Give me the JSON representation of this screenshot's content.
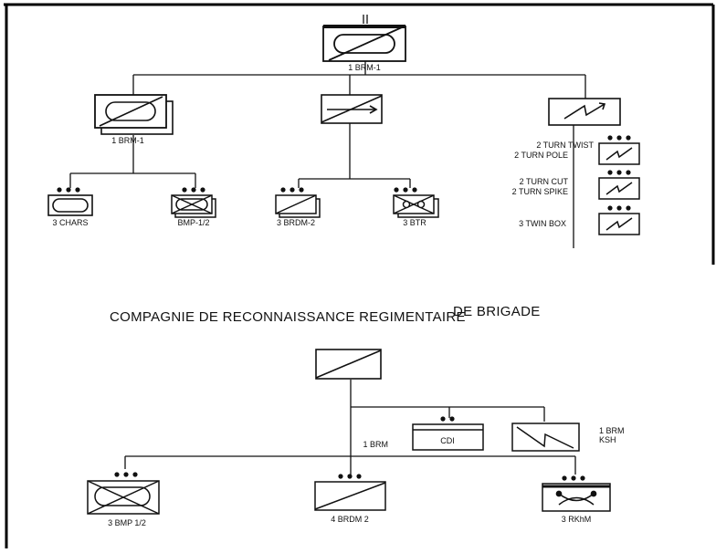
{
  "diagram": {
    "labels": {
      "top_hq": "1 BRM-1",
      "left_hq": "1 BRM-1",
      "chars": "3 CHARS",
      "bmp12": "BMP-1/2",
      "brdm2": "3 BRDM-2",
      "btr": "3 BTR",
      "twist": "2 TURN TWIST",
      "pole": "2 TURN POLE",
      "cut": "2 TURN CUT",
      "spike": "2 TURN SPIKE",
      "twinbox": "3 TWIN BOX",
      "title_main": "COMPAGNIE DE RECONNAISSANCE REGIMENTAIRE",
      "title_overlay": "DE BRIGADE",
      "cdi": "CDI",
      "brm_left": "1 BRM",
      "brm_right": "1 BRM",
      "ksh": "KSH",
      "bot_bmp": "3 BMP 1/2",
      "bot_brdm": "4 BRDM 2",
      "bot_rkhm": "3 RKhM"
    },
    "icons": [
      "armored-unit-symbol",
      "recon-unit-symbol",
      "electronic-warfare-symbol",
      "radar-symbol",
      "tank-symbol",
      "mechanized-infantry-symbol",
      "chemical-recon-symbol"
    ]
  }
}
